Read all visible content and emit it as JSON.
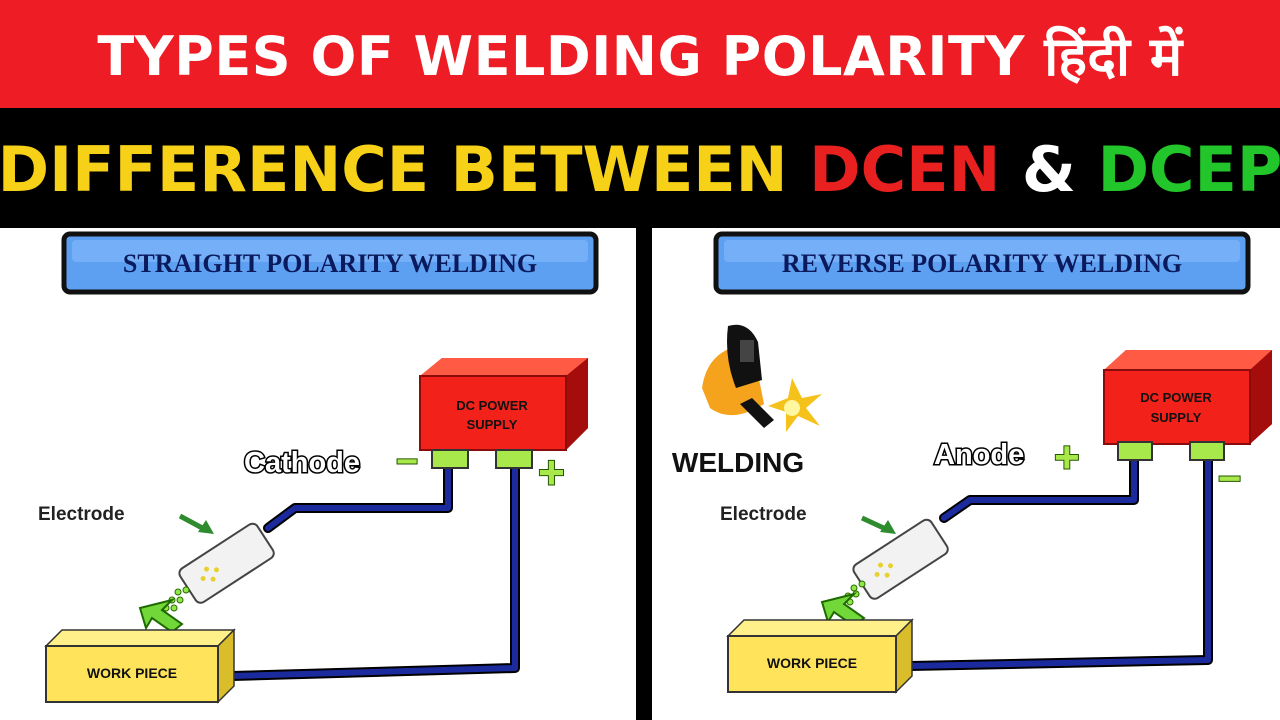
{
  "header": {
    "title": "TYPES OF WELDING POLARITY हिंदी में",
    "subtitle_part1": "DIFFERENCE BETWEEN ",
    "subtitle_part2": "DCEN",
    "subtitle_part3": " & ",
    "subtitle_part4": "DCEP"
  },
  "colors": {
    "banner_red": "#ee1c25",
    "title_yellow": "#f7d117",
    "dcen_red": "#e8201f",
    "dcep_green": "#22c52a",
    "power_supply_red": "#f2221b",
    "terminal_green": "#a8e84a",
    "workpiece_yellow": "#ffe35a",
    "cable_blue": "#1b2a9c",
    "label_box_blue": "#5d9ff0"
  },
  "left_panel": {
    "heading": "STRAIGHT POLARITY WELDING",
    "power_supply": "DC POWER SUPPLY",
    "power_supply_line1": "DC POWER",
    "power_supply_line2": "SUPPLY",
    "terminal_label": "Cathode",
    "terminal_sign_near": "−",
    "terminal_sign_far": "+",
    "electrode_label": "Electrode",
    "work_piece": "WORK PIECE"
  },
  "right_panel": {
    "heading": "REVERSE POLARITY WELDING",
    "power_supply_line1": "DC POWER",
    "power_supply_line2": "SUPPLY",
    "terminal_label": "Anode",
    "terminal_sign_near": "+",
    "terminal_sign_far": "−",
    "electrode_label": "Electrode",
    "work_piece": "WORK PIECE",
    "logo_text": "WELDING"
  }
}
